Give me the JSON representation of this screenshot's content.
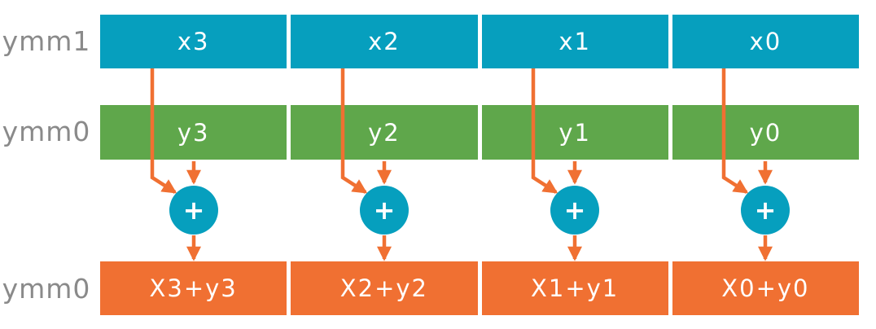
{
  "registers": [
    {
      "label": "ymm1",
      "role": "source-x",
      "cells": [
        "x3",
        "x2",
        "x1",
        "x0"
      ]
    },
    {
      "label": "ymm0",
      "role": "source-y",
      "cells": [
        "y3",
        "y2",
        "y1",
        "y0"
      ]
    },
    {
      "label": "ymm0",
      "role": "result",
      "cells": [
        "X3+y3",
        "X2+y2",
        "X1+y1",
        "X0+y0"
      ]
    }
  ],
  "operator_symbol": "+",
  "colors": {
    "x_register": "#069fbe",
    "y_register": "#5fa74b",
    "result_register": "#f07032",
    "arrow": "#f07032",
    "operator_circle": "#069fbe",
    "register_label": "#8a8a8a",
    "cell_text": "#ffffff"
  }
}
